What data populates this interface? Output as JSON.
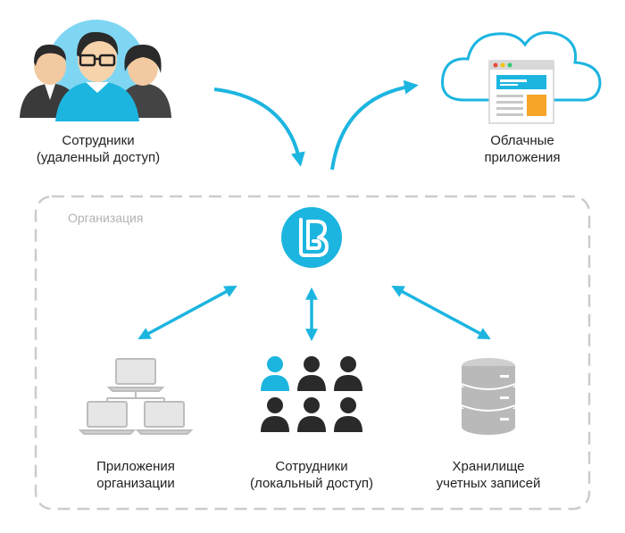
{
  "diagram": {
    "org_label": "Организация",
    "remote_employees": {
      "line1": "Сотрудники",
      "line2": "(удаленный доступ)"
    },
    "cloud_apps": {
      "line1": "Облачные",
      "line2": "приложения"
    },
    "org_apps": {
      "line1": "Приложения",
      "line2": "организации"
    },
    "local_employees": {
      "line1": "Сотрудники",
      "line2": "(локальный доступ)"
    },
    "account_storage": {
      "line1": "Хранилище",
      "line2": "учетных записей"
    },
    "colors": {
      "accent": "#1cb5e0",
      "dark": "#2a2a2a",
      "dashed_border": "#cccccc",
      "storage_gray": "#b9b9b9"
    },
    "icons": [
      "people-group-icon",
      "cloud-app-icon",
      "brand-logo-icon",
      "computers-network-icon",
      "people-grid-icon",
      "database-icon"
    ]
  }
}
